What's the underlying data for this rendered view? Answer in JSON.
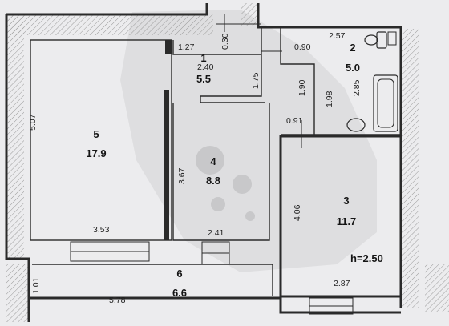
{
  "rooms": [
    {
      "id": "room-1",
      "number": "1",
      "area": "5.5"
    },
    {
      "id": "room-2",
      "number": "2",
      "area": "5.0"
    },
    {
      "id": "room-3",
      "number": "3",
      "area": "11.7"
    },
    {
      "id": "room-4",
      "number": "4",
      "area": "8.8"
    },
    {
      "id": "room-5",
      "number": "5",
      "area": "17.9"
    },
    {
      "id": "room-6",
      "number": "6",
      "area": "6.6"
    }
  ],
  "dimensions": {
    "d_5_07": "5.07",
    "d_1_27": "1.27",
    "d_0_30": "0.30",
    "d_2_40": "2.40",
    "d_1_75": "1.75",
    "d_0_90": "0.90",
    "d_2_57": "2.57",
    "d_1_90": "1.90",
    "d_1_98": "1.98",
    "d_2_85": "2.85",
    "d_0_91": "0.91",
    "d_3_67": "3.67",
    "d_4_06": "4.06",
    "d_3_53": "3.53",
    "d_2_41": "2.41",
    "d_2_87": "2.87",
    "d_1_01": "1.01",
    "d_5_78": "5.78"
  },
  "ceiling_height": "h=2.50",
  "icons": [
    "toilet-icon",
    "sink-icon",
    "bathtub-icon",
    "wash-basin-icon"
  ],
  "colors": {
    "paper": "#ececee",
    "wall": "#2a2a2a",
    "hatch": "#9a9a9a"
  }
}
